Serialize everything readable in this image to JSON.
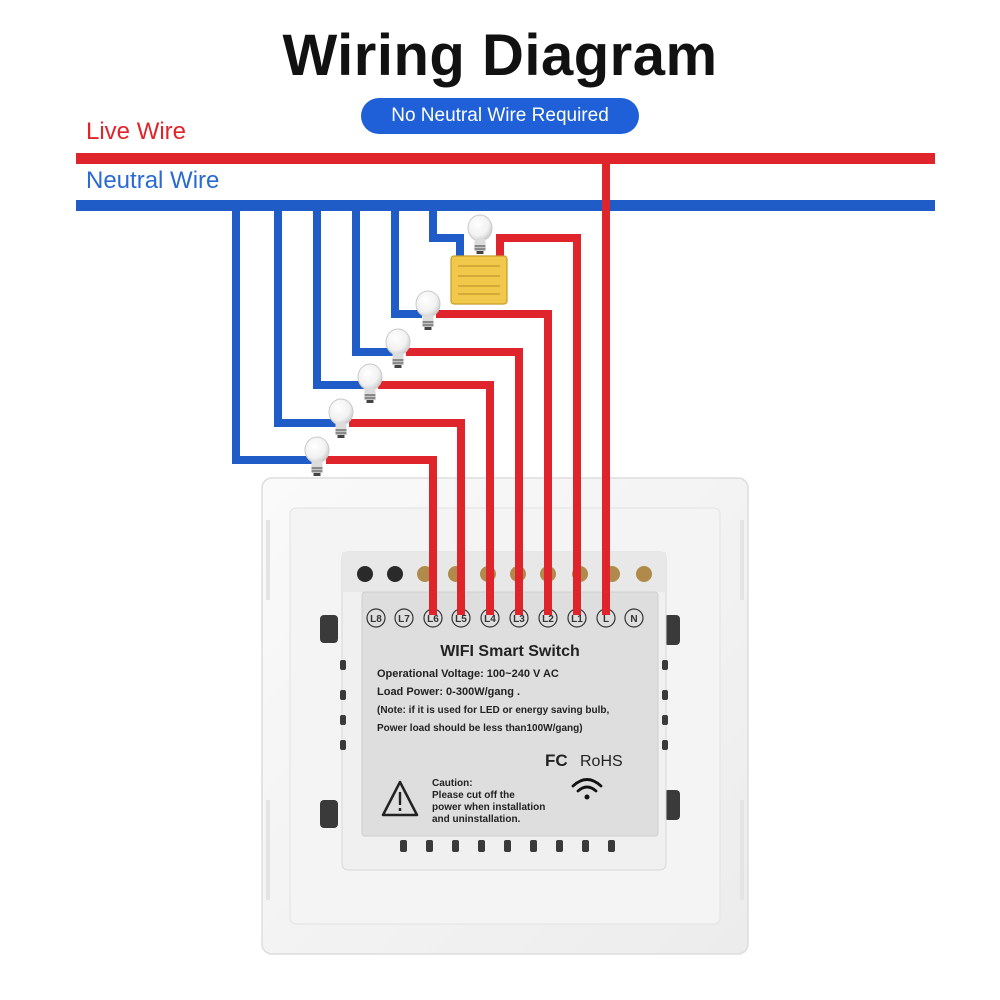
{
  "header": {
    "title": "Wiring Diagram",
    "badge": "No Neutral Wire Required"
  },
  "wires": {
    "live_label": "Live Wire",
    "neutral_label": "Neutral Wire",
    "live_color": "#e0242b",
    "neutral_color": "#1f5cc8"
  },
  "terminals": [
    "L8",
    "L7",
    "L6",
    "L5",
    "L4",
    "L3",
    "L2",
    "L1",
    "L",
    "N"
  ],
  "label_panel": {
    "product": "WIFI Smart Switch",
    "voltage": "Operational Voltage: 100~240 V AC",
    "load": "Load Power: 0-300W/gang .",
    "note_line1": "(Note: if it is used for LED or energy saving bulb,",
    "note_line2": "Power load should be less than100W/gang)",
    "cert_fc": "FC",
    "cert_rohs": "RoHS",
    "caution_title": "Caution:",
    "caution_line1": "Please cut off the",
    "caution_line2": "power when installation",
    "caution_line3": "and uninstallation."
  },
  "icons": [
    "bulb-icon",
    "capacitor-icon",
    "wifi-icon",
    "warning-icon"
  ]
}
